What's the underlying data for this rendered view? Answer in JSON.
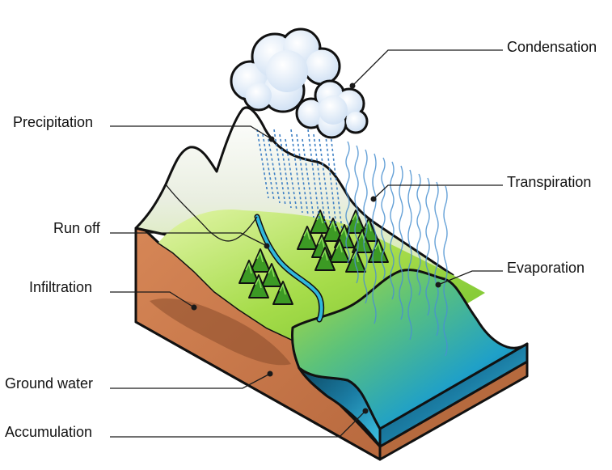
{
  "labels": {
    "condensation": "Condensation",
    "precipitation": "Precipitation",
    "transpiration": "Transpiration",
    "run_off": "Run off",
    "evaporation": "Evaporation",
    "infiltration": "Infiltration",
    "ground_water": "Ground water",
    "accumulation": "Accumulation"
  },
  "colors": {
    "soil": "#c8784a",
    "soil_dark": "#7a4428",
    "grass_light": "#d9f29a",
    "grass": "#8ccf2e",
    "water_light": "#3fd0e8",
    "water_dark": "#0e5e7a",
    "snow": "#ffffff",
    "cloud": "#e6f0fb",
    "tree": "#3c9a24"
  }
}
